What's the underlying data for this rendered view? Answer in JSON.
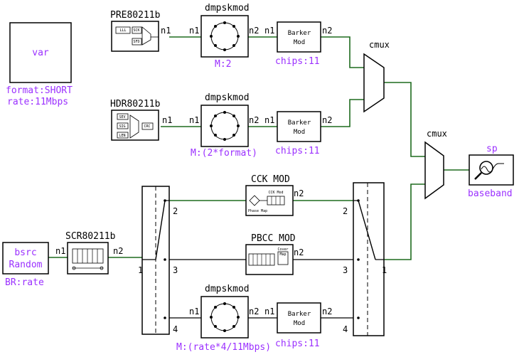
{
  "colors": {
    "wire": "#1e6b1e",
    "param": "#9b30ff",
    "block": "#000000"
  },
  "var_block": {
    "name": "var",
    "param1": "format:SHORT",
    "param2": "rate:11Mbps"
  },
  "pre": {
    "title": "PRE80211b",
    "port_out": "n1",
    "labels": [
      "LLL",
      "SCK",
      "SFD"
    ]
  },
  "hdr": {
    "title": "HDR80211b",
    "port_out": "n1",
    "labels": [
      "SEV",
      "SIG",
      "LEN",
      "CRC"
    ]
  },
  "dmp1": {
    "title": "dmpskmod",
    "port_in": "n1",
    "port_out": "n2",
    "param": "M:2"
  },
  "dmp2": {
    "title": "dmpskmod",
    "port_in": "n1",
    "port_out": "n2",
    "param": "M:(2*format)"
  },
  "dmp3": {
    "title": "dmpskmod",
    "port_in": "n1",
    "port_out": "n2",
    "param": "M:(rate*4/11Mbps)"
  },
  "barker1": {
    "line1": "Barker",
    "line2": "Mod",
    "port_in": "n1",
    "port_out": "n2",
    "param": "chips:11"
  },
  "barker2": {
    "line1": "Barker",
    "line2": "Mod",
    "port_in": "n1",
    "port_out": "n2",
    "param": "chips:11"
  },
  "barker3": {
    "line1": "Barker",
    "line2": "Mod",
    "port_in": "n1",
    "port_out": "n2",
    "param": "chips:11"
  },
  "cmux1": {
    "title": "cmux"
  },
  "cmux2": {
    "title": "cmux"
  },
  "sp": {
    "title": "sp",
    "param": "baseband"
  },
  "bsrc": {
    "line1": "bsrc",
    "line2": "Random",
    "param": "BR:rate"
  },
  "scr": {
    "title": "SCR80211b",
    "port_in": "n1",
    "port_out": "n2"
  },
  "cck": {
    "title": "CCK MOD",
    "port_out": "n2",
    "inner": "CCK Mod",
    "sub": "Phase Map"
  },
  "pbcc": {
    "title": "PBCC MOD",
    "port_out": "n2",
    "inner1": "Cover",
    "inner2": "Map"
  },
  "switch_left": {
    "port_in": "1",
    "ports": [
      "2",
      "3",
      "4"
    ]
  },
  "switch_right": {
    "ports": [
      "2",
      "3",
      "4"
    ],
    "port_out": "1"
  }
}
